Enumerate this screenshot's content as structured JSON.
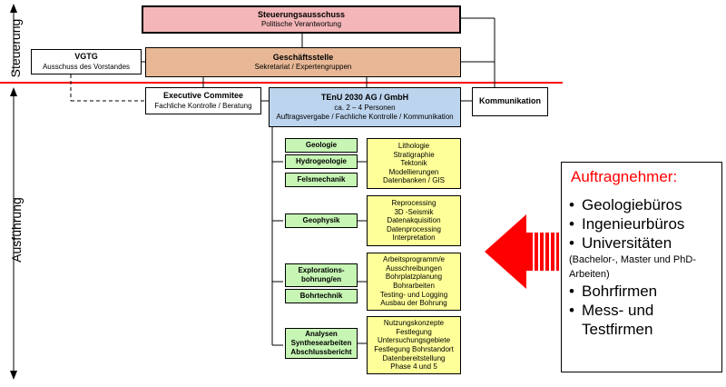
{
  "labels": {
    "steuerung": "Steuerung",
    "ausfuehrung": "Ausführung"
  },
  "steering": {
    "title": "Steuerungsausschuss",
    "subtitle": "Politische Verantwortung"
  },
  "office": {
    "title": "Geschäftsstelle",
    "subtitle": "Sekretariat / Expertengruppen"
  },
  "vgtg": {
    "title": "VGTG",
    "subtitle": "Ausschuss des Vorstandes"
  },
  "executive": {
    "title": "Executive Commitee",
    "subtitle": "Fachliche Kontrolle / Beratung"
  },
  "tenu": {
    "title": "TEnU 2030 AG / GmbH",
    "line1": "ca. 2 – 4 Personen",
    "line2": "Auftragsvergabe / Fachliche Kontrolle / Kommunikation"
  },
  "communication": {
    "title": "Kommunikation"
  },
  "groups": [
    {
      "items": [
        "Geologie",
        "Hydrogeologie",
        "Felsmechanik"
      ],
      "tasks": [
        "Lithologie",
        "Stratigraphie",
        "Tektonik",
        "Modellierungen",
        "Datenbanken / GIS"
      ]
    },
    {
      "items": [
        "Geophysik"
      ],
      "tasks": [
        "Reprocessing",
        "3D -Seismik",
        "Datenakquisition",
        "Datenprocessing",
        "Interpretation"
      ]
    },
    {
      "items": [
        "Explorations-\nbohrung/en",
        "Bohrtechnik"
      ],
      "tasks": [
        "Arbeitsprogramm/e",
        "Ausschreibungen",
        "Bohrplatzplanung",
        "Bohrarbeiten",
        "Testing- und Logging",
        "Ausbau der Bohrung"
      ]
    },
    {
      "items": [
        "Analysen\nSynthesearbeiten\nAbschlussbericht"
      ],
      "tasks": [
        "Nutzungskonzepte",
        "Festlegung",
        "Untersuchungsgebiete",
        "Festlegung Bohrstandort",
        "Datenbereitstellung",
        "Phase 4 und 5"
      ]
    }
  ],
  "contractors": {
    "title": "Auftragnehmer:",
    "items": [
      "Geologiebüros",
      "Ingenieurbüros",
      "Universitäten"
    ],
    "note": "(Bachelor-, Master und PhD-Arbeiten)",
    "items2": [
      "Bohrfirmen",
      "Mess- und Testfirmen"
    ]
  },
  "colors": {
    "steering": "#f4b6b8",
    "office": "#e8b896",
    "tenu": "#bcd4ee",
    "green": "#c6f5b4",
    "yellow": "#ffff99",
    "red": "#ff0000"
  }
}
